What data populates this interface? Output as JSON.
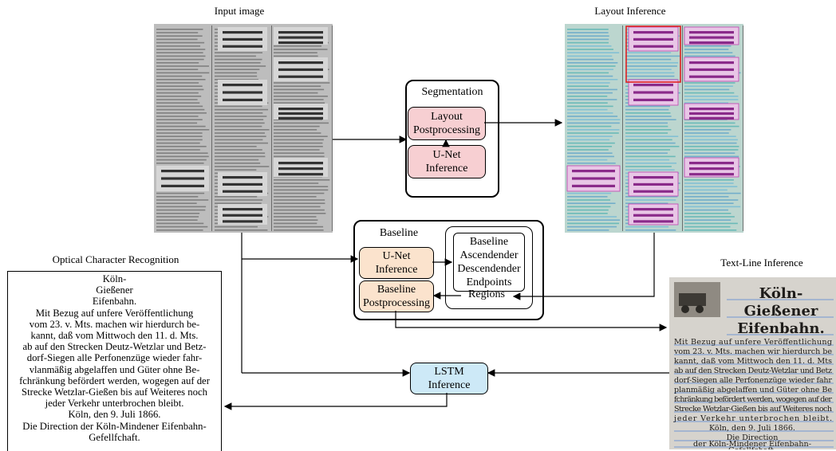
{
  "titles": {
    "input": "Input image",
    "layout": "Layout Inference",
    "ocr": "Optical Character Recognition",
    "textline": "Text-Line Inference"
  },
  "segmentation": {
    "title": "Segmentation",
    "postprocessing": [
      "Layout",
      "Postprocessing"
    ],
    "unet": [
      "U-Net",
      "Inference"
    ]
  },
  "baseline": {
    "title": "Baseline",
    "unet": [
      "U-Net",
      "Inference"
    ],
    "postprocessing": [
      "Baseline",
      "Postprocessing"
    ],
    "outputs": [
      "Baseline",
      "Ascendender",
      "Descendender",
      "Endpoints"
    ],
    "regions": "Regions"
  },
  "lstm": [
    "LSTM",
    "Inference"
  ],
  "ocr_lines": [
    "Köln-",
    "Gießener",
    "Eifenbahn.",
    "Mit Bezug auf unfere Veröffentlichung",
    "vom 23. v. Mts. machen wir hierdurch be-",
    "kannt, daß vom Mittwoch den 11. d. Mts.",
    "ab auf den Strecken Deutz-Wetzlar und Betz-",
    "dorf-Siegen alle Perfonenzüge wieder fahr-",
    "vlanmäßig abgelaffen und Güter ohne Be-",
    "fchränkung befördert werden, wogegen auf der",
    "Strecke Wetzlar-Gießen bis auf Weiteres noch",
    "jeder Verkehr unterbrochen bleibt.",
    "Köln, den 9. Juli 1866.",
    "Die Direction der Köln-Mindener Eifenbahn-",
    "Gefellfchaft."
  ],
  "textline_crop_lines": [
    "Köln-",
    "Gießener",
    "Eifenbahn.",
    "Mit Bezug auf unfere Veröffentlichung",
    "vom 23. v. Mts. machen wir hierdurch be",
    "kannt, daß vom Mittwoch den 11. d. Mts",
    "ab auf den Strecken Deutz-Wetzlar und Betz",
    "dorf-Siegen alle Perfonenzüge wieder fahr",
    "planmäßig abgelaffen und Güter ohne Be",
    "fchränkung befördert werden, wogegen auf der",
    "Strecke Wetzlar-Gießen bis auf Weiteres noch",
    "jeder Verkehr unterbrochen bleibt.",
    "Köln, den 9. Juli 1866.",
    "Die Direction",
    "der Köln-Mindener Eifenbahn-",
    "Gefellfchaft."
  ]
}
